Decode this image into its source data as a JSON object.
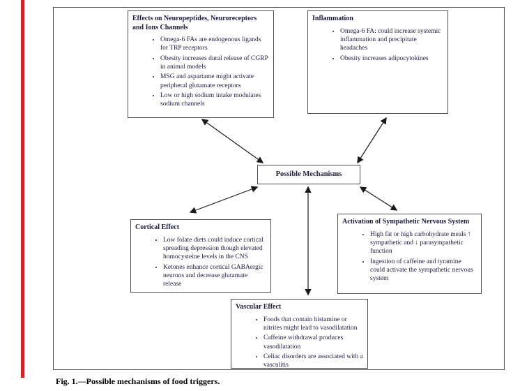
{
  "colors": {
    "accent_red": "#c9252b"
  },
  "figure": {
    "caption": "Fig. 1.—Possible mechanisms of food triggers."
  },
  "diagram": {
    "center": {
      "label": "Possible Mechanisms"
    },
    "boxes": [
      {
        "id": "neuropeptides",
        "title": "Effects on Neuropeptides, Neuroreceptors and Ions Channels",
        "bullets": [
          "Omega-6 FAs are endogenous ligands for TRP receptors",
          "Obesity increases dural release of CGRP in animal models",
          "MSG and aspartame might activate peripheral glutamate receptors",
          "Low or high sodium intake modulates sodium channels"
        ]
      },
      {
        "id": "inflammation",
        "title": "Inflammation",
        "bullets": [
          "Omega-6 FA: could increase systemic inflammation and precipitate headaches",
          "Obesity increases adipocytokines"
        ]
      },
      {
        "id": "cortical",
        "title": "Cortical Effect",
        "bullets": [
          "Low folate diets could induce cortical spreading depression though elevated homocysteine levels in the CNS",
          "Ketones enhance cortical GABAergic neurons and decrease glutamate release"
        ]
      },
      {
        "id": "sympathetic",
        "title": "Activation of Sympathetic Nervous System",
        "bullets": [
          "High fat or high carbohydrate meals ↑ sympathetic and ↓ parasympathetic function",
          "Ingestion of caffeine and tyramine could activate the sympathetic nervous system"
        ]
      },
      {
        "id": "vascular",
        "title": "Vascular Effect",
        "bullets": [
          "Foods that contain histamine or nitrites might lead to vasodilatation",
          "Caffeine withdrawal produces vasodilatation",
          "Celiac disorders are associated with a vasculitis"
        ]
      }
    ]
  }
}
